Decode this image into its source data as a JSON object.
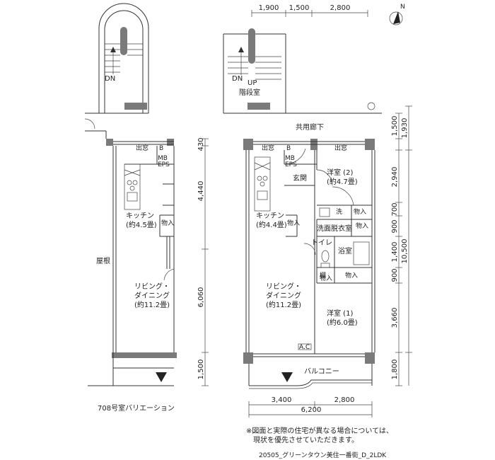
{
  "dims_top": [
    "1,900",
    "1,500",
    "2,800"
  ],
  "dims_bottom_row1": [
    "3,400",
    "2,800"
  ],
  "dims_bottom_total": "6,200",
  "dims_left": [
    "430",
    "4,440",
    "6,060",
    "1,500"
  ],
  "dims_right_inner": [
    "1,500",
    "2,940",
    "700",
    "900",
    "1,400",
    "900",
    "3,660",
    "1,800"
  ],
  "dims_right_outer": [
    "1,930",
    "10,500"
  ],
  "labels": {
    "corridor": "共用廊下",
    "stair_room": "階段室",
    "dn_left": "DN",
    "dn_right": "DN",
    "up_right": "UP",
    "roof": "屋根",
    "balcony": "バルコニー",
    "variation": "708号室バリエーション",
    "north": "N"
  },
  "left_unit": {
    "window": "出窓",
    "b": "B",
    "mb_eps": "MB\nEPS",
    "storage": "物入",
    "kitchen": "キッチン",
    "kitchen_size": "(約4.5畳)",
    "living1": "リビング・",
    "living2": "ダイニング",
    "living_size": "(約11.2畳)"
  },
  "right_unit": {
    "window1": "出窓",
    "window2": "出窓",
    "b": "B",
    "mb_eps": "MB\nEPS",
    "entrance": "玄関",
    "western2": "洋室 (2)",
    "western2_size": "(約4.7畳)",
    "kitchen": "キッチン",
    "kitchen_size": "(約4.4畳)",
    "storage_k": "物入",
    "wash": "洗",
    "storage_a": "物入",
    "storage_b": "物入",
    "dressing": "洗面脱衣室",
    "toilet": "トイレ",
    "bath": "浴室",
    "tana": "棚",
    "storage_c": "物入",
    "storage_d": "物入",
    "living1": "リビング・",
    "living2": "ダイニング",
    "living_size": "(約11.2畳)",
    "western1": "洋室 (1)",
    "western1_size": "(約6.0畳)",
    "ac": "A.C"
  },
  "notes": {
    "line1": "※図面と実際の住宅が異なる場合については、",
    "line2": "現状を優先させていただきます。",
    "footer": "20505_グリーンタウン美住一番街_D_2LDK"
  }
}
